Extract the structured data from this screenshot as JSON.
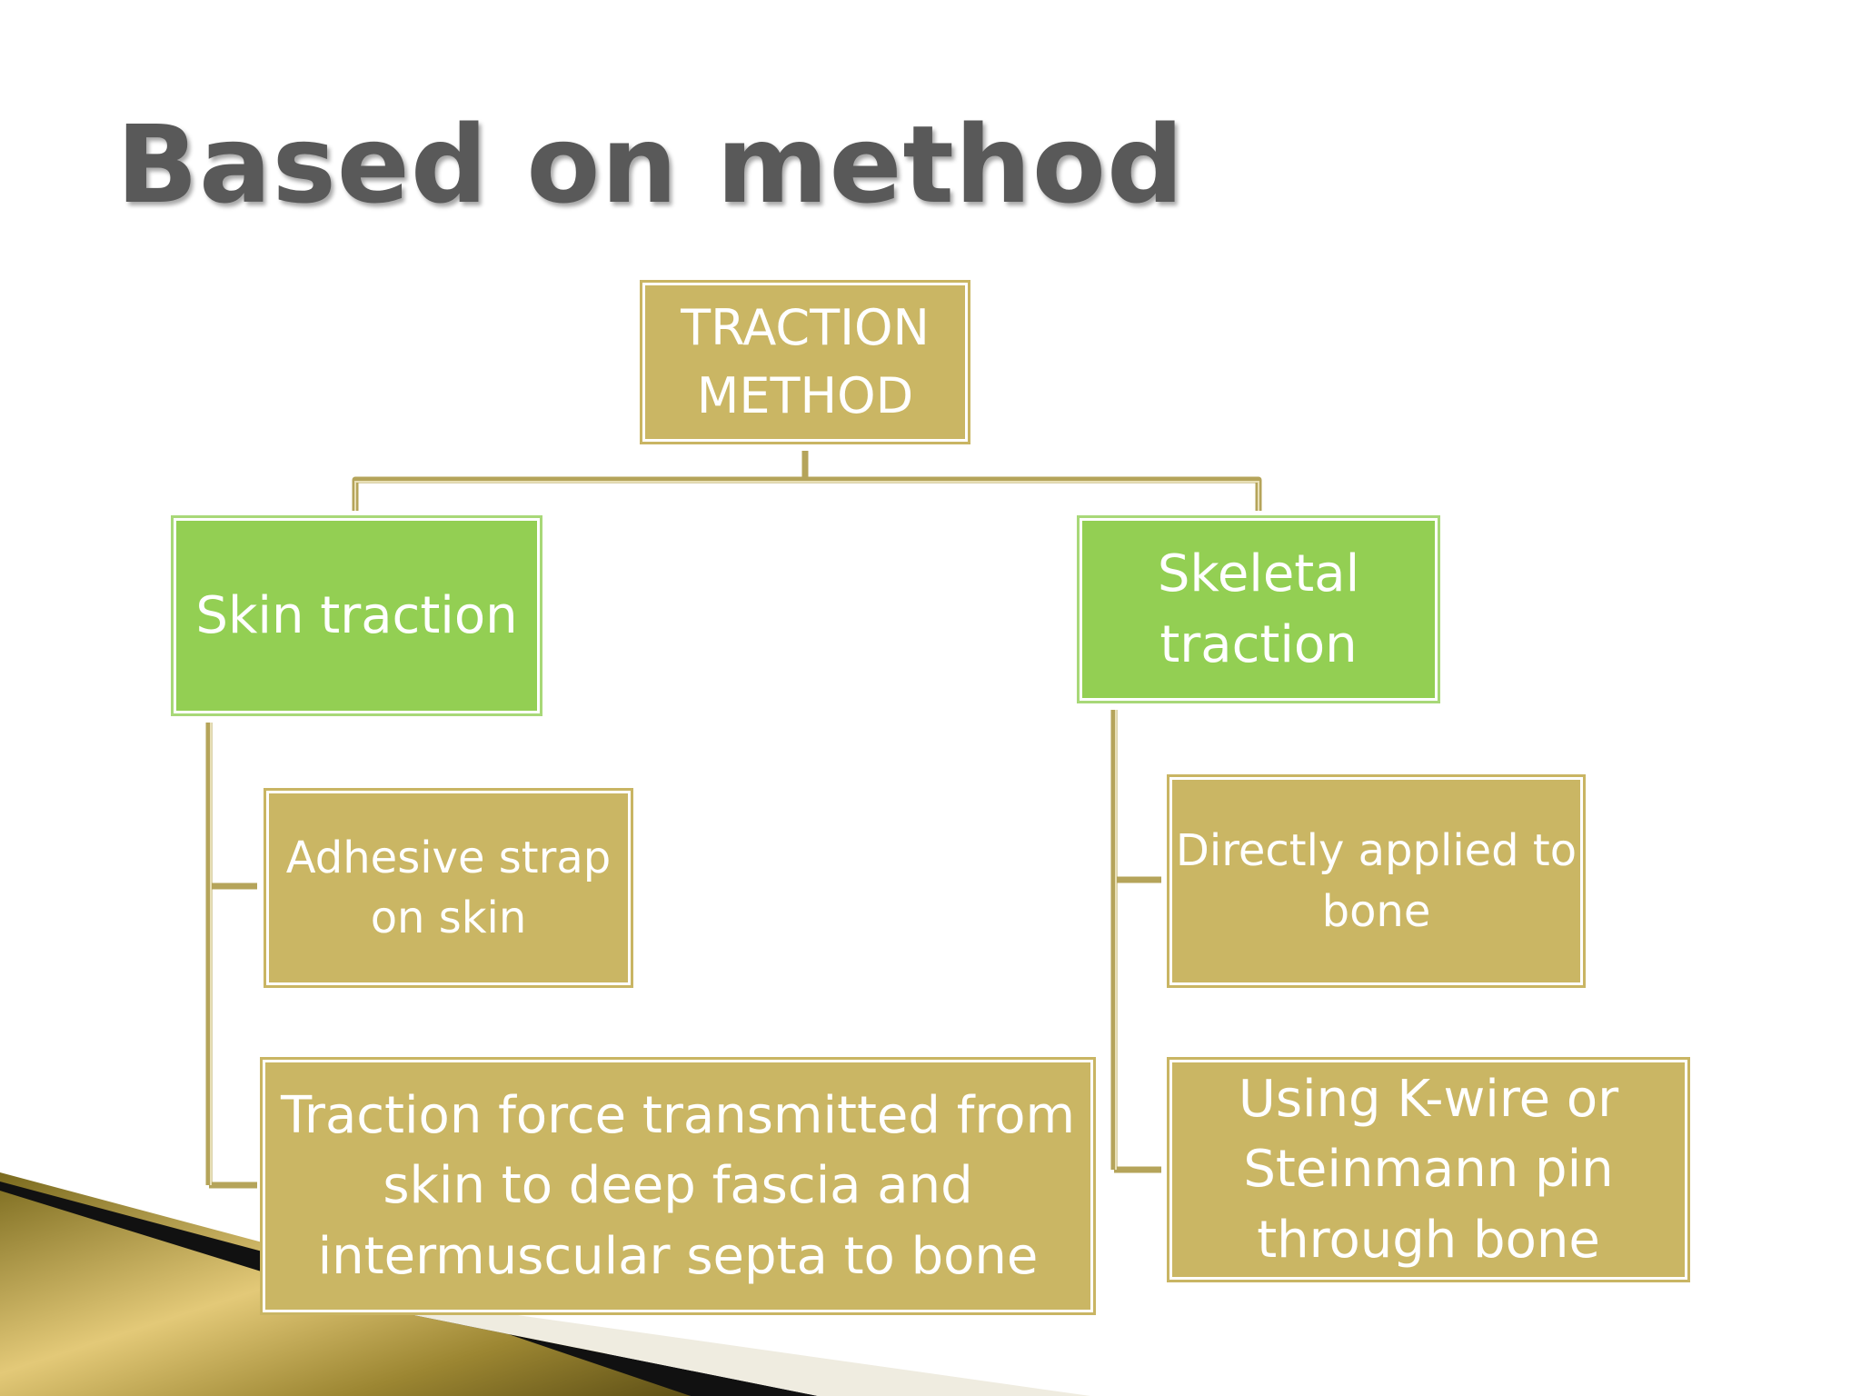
{
  "title": "Based on method",
  "colors": {
    "gold": "#cab664",
    "green": "#93cf53",
    "connector": "#b5a45a",
    "title": "#595959"
  },
  "diagram": {
    "root": "TRACTION\nMETHOD",
    "branches": [
      {
        "label": "Skin traction",
        "children": [
          "Adhesive strap\non skin",
          "Traction force transmitted from\nskin to deep fascia and\nintermuscular septa to bone"
        ]
      },
      {
        "label": "Skeletal\ntraction",
        "children": [
          "Directly applied to\nbone",
          "Using K-wire or\nSteinmann pin\nthrough bone"
        ]
      }
    ]
  }
}
